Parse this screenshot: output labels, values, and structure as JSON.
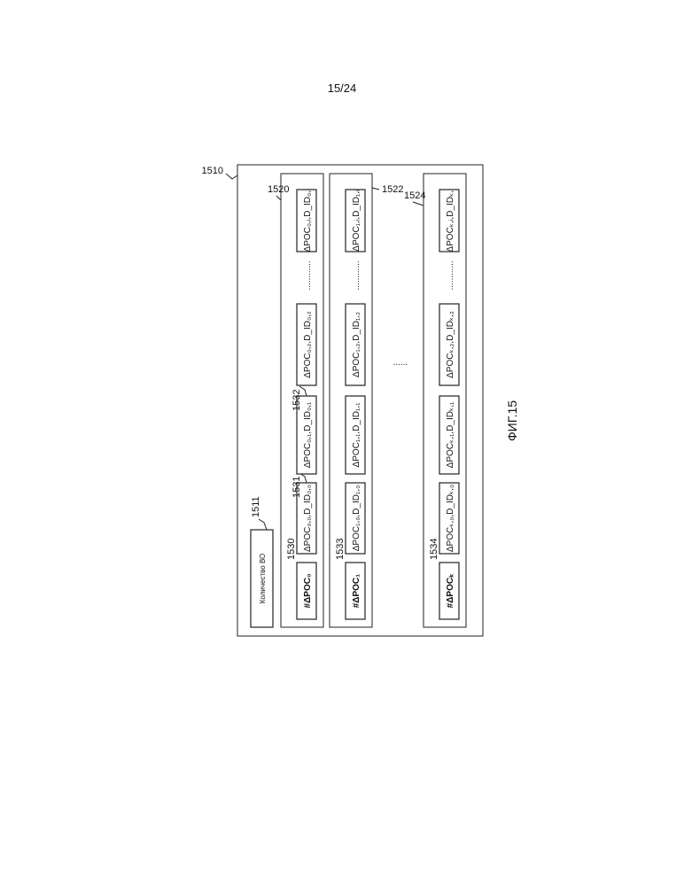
{
  "page_number": "15/24",
  "figure_caption": "ФИГ.15",
  "outer": {
    "ref": "1510",
    "count_label": "Количество ВО",
    "count_ref": "1511"
  },
  "rows": [
    {
      "ref": "1520",
      "count_cell": "#ΔPOC₀",
      "count_ref": "1530",
      "cells": [
        "ΔPOC₀,₀,D_ID₀,₀",
        "ΔPOC₀,₁,D_ID₀,₁",
        "ΔPOC₀,₂,D_ID₀,₂",
        "ΔPOC₀,ᵢ,D_ID₀,ᵢ"
      ],
      "cell_refs": [
        "1531",
        "1532"
      ],
      "ellipsis": "............"
    },
    {
      "ref": "1522",
      "count_cell": "#ΔPOC₁",
      "count_ref": "1533",
      "cells": [
        "ΔPOC₁,₀,D_ID₁,₀",
        "ΔPOC₁,₁,D_ID₁,₁",
        "ΔPOC₁,₂,D_ID₁,₂",
        "ΔPOC₁,ᵢ,D_ID₁,ᵢ"
      ],
      "ellipsis": "............"
    },
    {
      "ref": "1524",
      "count_cell": "#ΔPOCₖ",
      "count_ref": "1534",
      "cells": [
        "ΔPOCₖ,₀,D_IDₖ,₀",
        "ΔPOCₖ,₁,D_IDₖ,₁",
        "ΔPOCₖ,₂,D_IDₖ,₂",
        "ΔPOCₖ,ᵢ,D_IDₖ,ᵢ"
      ],
      "ellipsis": "............"
    }
  ],
  "between_rows_ellipsis": "......"
}
